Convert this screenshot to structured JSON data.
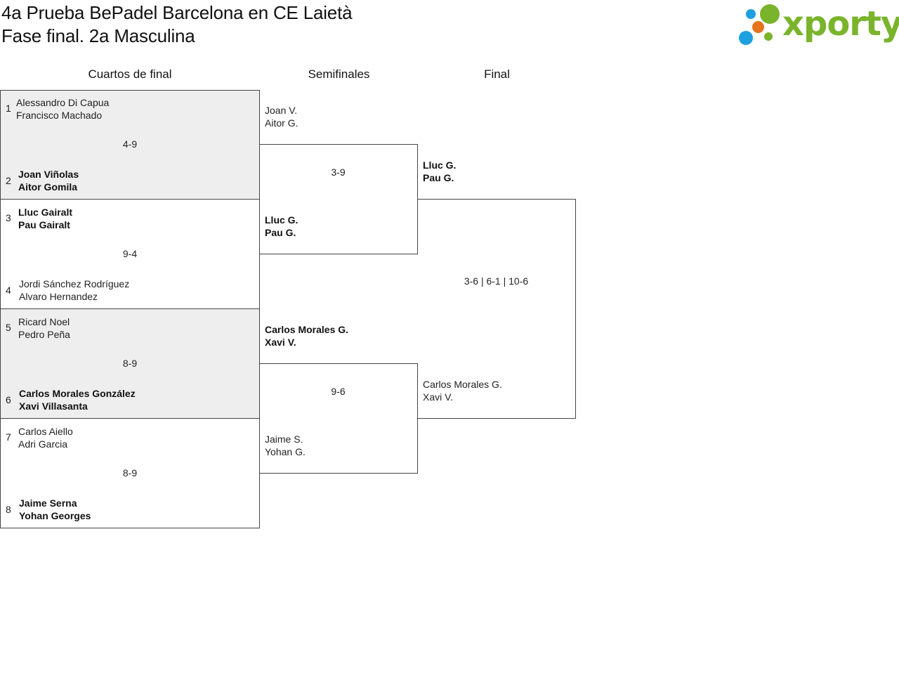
{
  "header": {
    "title_line1": "4a Prueba BePadel Barcelona en CE Laietà",
    "title_line2": "Fase final. 2a Masculina"
  },
  "logo": {
    "text": "xporty",
    "colors": {
      "green": "#7ab42c",
      "blue": "#1da0e0",
      "orange": "#e8731e"
    }
  },
  "rounds": {
    "quarters": "Cuartos de final",
    "semis": "Semifinales",
    "final": "Final"
  },
  "quarterfinals": [
    {
      "score": "4-9",
      "top": {
        "seed": "1",
        "p1": "Alessandro Di Capua",
        "p2": "Francisco Machado"
      },
      "bottom": {
        "seed": "2",
        "p1": "Joan Viñolas",
        "p2": "Aitor Gomila"
      }
    },
    {
      "score": "9-4",
      "top": {
        "seed": "3",
        "p1": "Lluc Gairalt",
        "p2": "Pau Gairalt"
      },
      "bottom": {
        "seed": "4",
        "p1": "Jordi Sánchez Rodríguez",
        "p2": "Alvaro Hernandez"
      }
    },
    {
      "score": "8-9",
      "top": {
        "seed": "5",
        "p1": "Ricard Noel",
        "p2": "Pedro Peña"
      },
      "bottom": {
        "seed": "6",
        "p1": "Carlos Morales González",
        "p2": "Xavi Villasanta"
      }
    },
    {
      "score": "8-9",
      "top": {
        "seed": "7",
        "p1": "Carlos Aiello",
        "p2": "Adri Garcia"
      },
      "bottom": {
        "seed": "8",
        "p1": "Jaime Serna",
        "p2": "Yohan Georges"
      }
    }
  ],
  "semifinals": [
    {
      "score": "3-9",
      "top": {
        "p1": "Joan V.",
        "p2": "Aitor G."
      },
      "bottom": {
        "p1": "Lluc G.",
        "p2": "Pau G."
      }
    },
    {
      "score": "9-6",
      "top": {
        "p1": "Carlos Morales G.",
        "p2": "Xavi V."
      },
      "bottom": {
        "p1": "Jaime S.",
        "p2": "Yohan G."
      }
    }
  ],
  "final": {
    "score": "3-6 | 6-1 | 10-6",
    "top": {
      "p1": "Lluc G.",
      "p2": "Pau G."
    },
    "bottom": {
      "p1": "Carlos Morales G.",
      "p2": "Xavi V."
    }
  }
}
